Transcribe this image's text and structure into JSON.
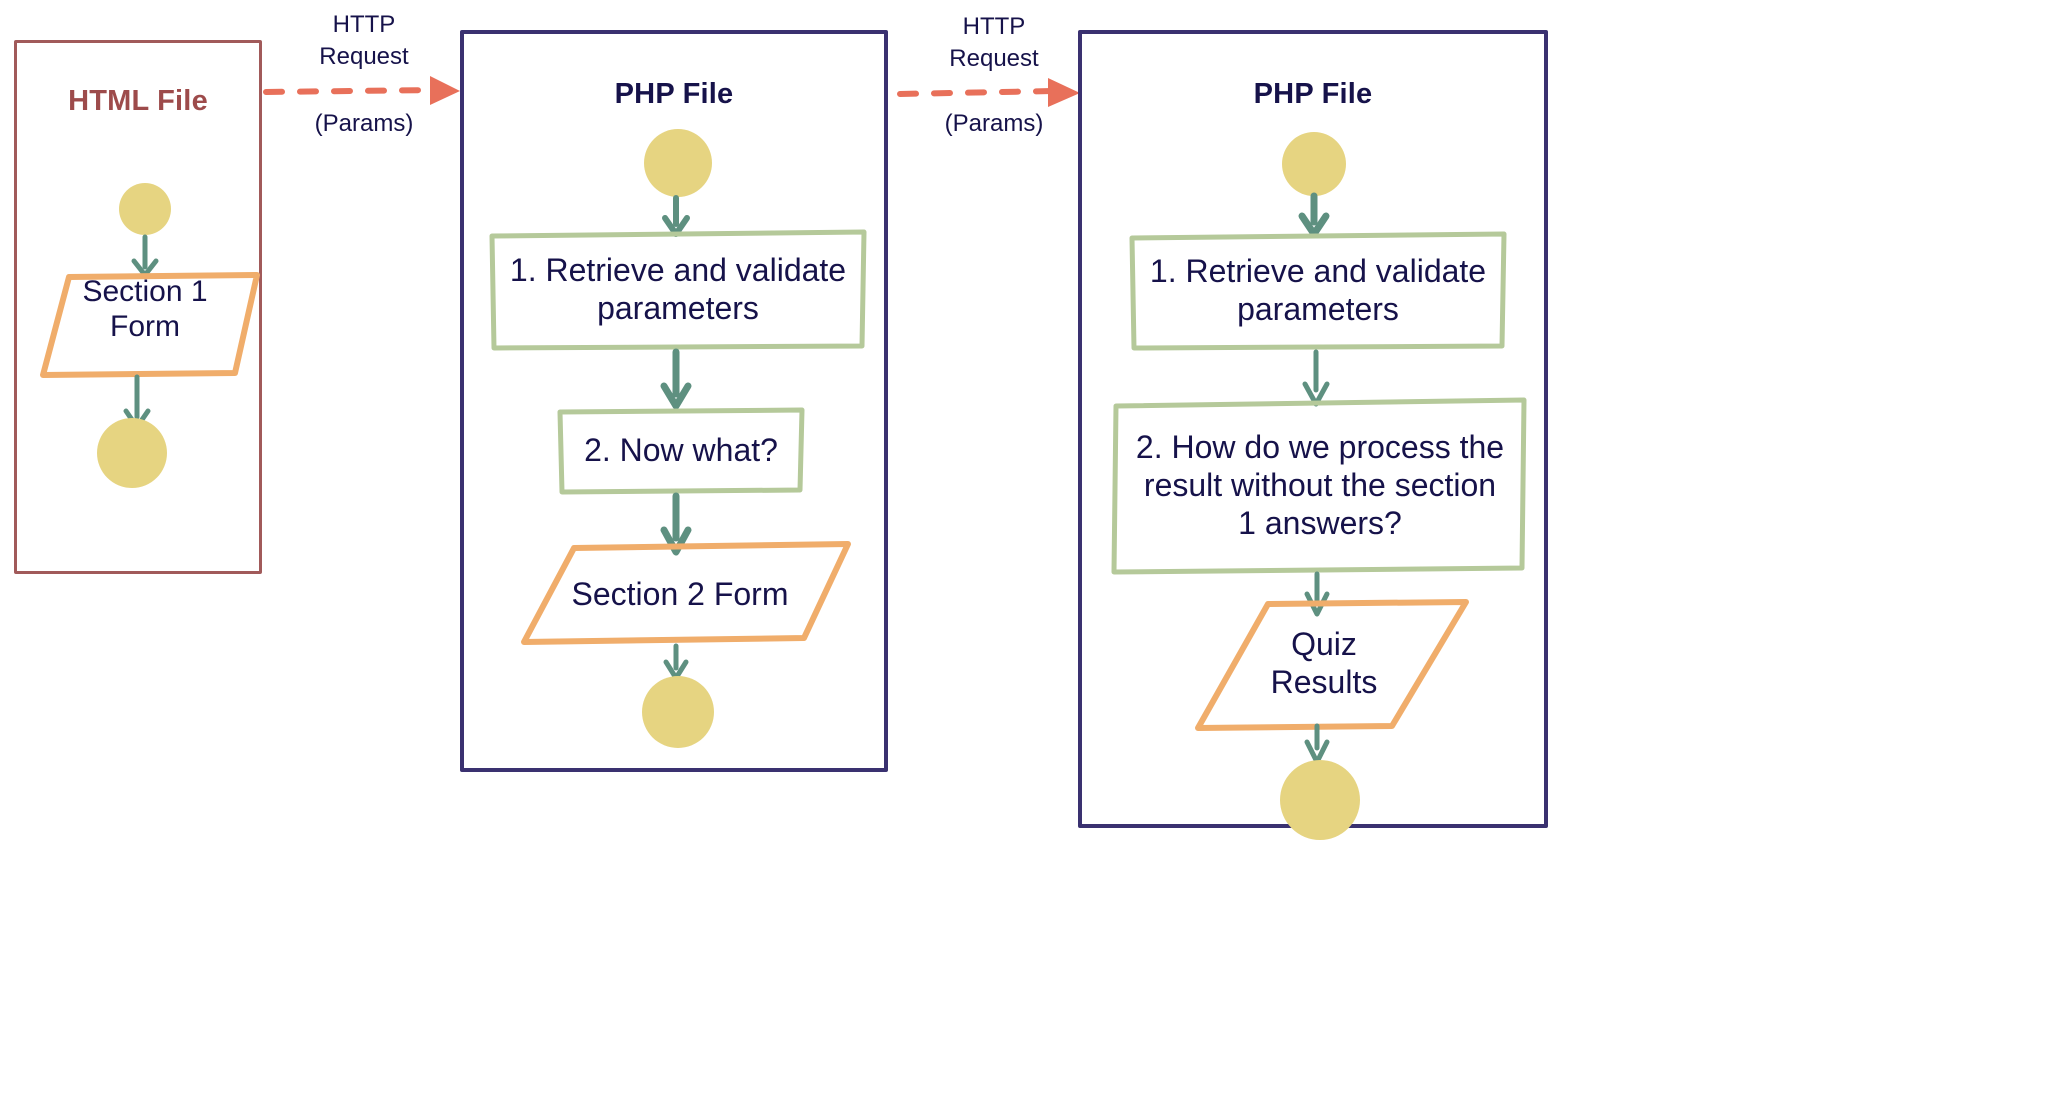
{
  "diagram": {
    "type": "flowchart",
    "title": "Multi-section quiz HTTP request flow",
    "colors": {
      "html_panel_border": "#a15a5a",
      "php_panel_border": "#3a3170",
      "process_box_border": "#b5c99a",
      "io_shape_border": "#f0ad6b",
      "terminator_fill": "#e6d481",
      "flow_arrow": "#5e9080",
      "request_arrow": "#e8705a",
      "text": "#16124a",
      "html_title_text": "#9d4b4b"
    },
    "panels": [
      {
        "id": "html-file",
        "title": "HTML File",
        "nodes": [
          {
            "id": "start",
            "shape": "circle",
            "label": ""
          },
          {
            "id": "section1form",
            "shape": "parallelogram",
            "label": "Section 1\nForm"
          },
          {
            "id": "end",
            "shape": "circle",
            "label": ""
          }
        ]
      },
      {
        "id": "php-file-middle",
        "title": "PHP File",
        "nodes": [
          {
            "id": "start",
            "shape": "circle",
            "label": ""
          },
          {
            "id": "step1",
            "shape": "rectangle",
            "label": "1. Retrieve and validate\nparameters"
          },
          {
            "id": "step2",
            "shape": "rectangle",
            "label": "2. Now what?"
          },
          {
            "id": "section2form",
            "shape": "parallelogram",
            "label": "Section 2 Form"
          },
          {
            "id": "end",
            "shape": "circle",
            "label": ""
          }
        ]
      },
      {
        "id": "php-file-right",
        "title": "PHP File",
        "nodes": [
          {
            "id": "start",
            "shape": "circle",
            "label": ""
          },
          {
            "id": "step1",
            "shape": "rectangle",
            "label": "1. Retrieve and validate\nparameters"
          },
          {
            "id": "step2",
            "shape": "rectangle",
            "label": "2. How do we process the\nresult without the section\n1 answers?"
          },
          {
            "id": "quizresults",
            "shape": "parallelogram",
            "label": "Quiz\nResults"
          },
          {
            "id": "end",
            "shape": "circle",
            "label": ""
          }
        ]
      }
    ],
    "connectors": [
      {
        "id": "req-1",
        "from": "html-file",
        "to": "php-file-middle",
        "line1": "HTTP",
        "line2": "Request",
        "line3": "(Params)"
      },
      {
        "id": "req-2",
        "from": "php-file-middle",
        "to": "php-file-right",
        "line1": "HTTP",
        "line2": "Request",
        "line3": "(Params)"
      }
    ]
  }
}
